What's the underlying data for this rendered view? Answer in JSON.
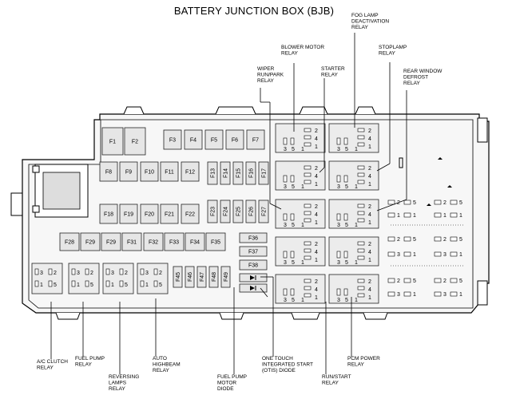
{
  "title": "BATTERY JUNCTION BOX (BJB)",
  "fuses": {
    "row1": [
      "F1",
      "F2",
      "F3",
      "F4",
      "F5",
      "F6",
      "F7"
    ],
    "row2": [
      "F8",
      "F9",
      "F10",
      "F11",
      "F12"
    ],
    "row2_vertical": [
      "F13",
      "F14",
      "F15",
      "F16",
      "F17"
    ],
    "row3": [
      "F18",
      "F19",
      "F20",
      "F21",
      "F22"
    ],
    "row3_vertical": [
      "F23",
      "F24",
      "F25",
      "F26",
      "F27"
    ],
    "row4": [
      "F28",
      "F29",
      "F29",
      "F31",
      "F32",
      "F33",
      "F34",
      "F35"
    ],
    "right_column": [
      "F36",
      "F37",
      "F38"
    ],
    "small_vertical": [
      "F45",
      "F46",
      "F47",
      "F48",
      "F49"
    ]
  },
  "relay_pins": {
    "a": "3",
    "b": "5",
    "c": "1",
    "d": "2",
    "e": "4"
  },
  "labels": {
    "fog_lamp": [
      "FOG LAMP",
      "DEACTIVATION",
      "RELAY"
    ],
    "blower_motor": [
      "BLOWER MOTOR",
      "RELAY"
    ],
    "starter": [
      "STARTER",
      "RELAY"
    ],
    "stoplamp": [
      "STOPLAMP",
      "RELAY"
    ],
    "wiper": [
      "WIPER",
      "RUN/PARK",
      "RELAY"
    ],
    "rear_window": [
      "REAR WINDOW",
      "DEFROST",
      "RELAY"
    ],
    "ac_clutch": [
      "A/C CLUTCH",
      "RELAY"
    ],
    "fuel_pump": [
      "FUEL PUMP",
      "RELAY"
    ],
    "reversing": [
      "REVERSING",
      "LAMPS",
      "RELAY"
    ],
    "auto_highbeam": [
      "AUTO",
      "HIGHBEAM",
      "RELAY"
    ],
    "fuel_pump_diode": [
      "FUEL PUMP",
      "MOTOR",
      "DIODE"
    ],
    "otis_diode": [
      "ONE TOUCH",
      "INTEGRATED START",
      "(OTIS) DIODE"
    ],
    "run_start": [
      "RUN/START",
      "RELAY"
    ],
    "pcm_power": [
      "PCM POWER",
      "RELAY"
    ]
  }
}
